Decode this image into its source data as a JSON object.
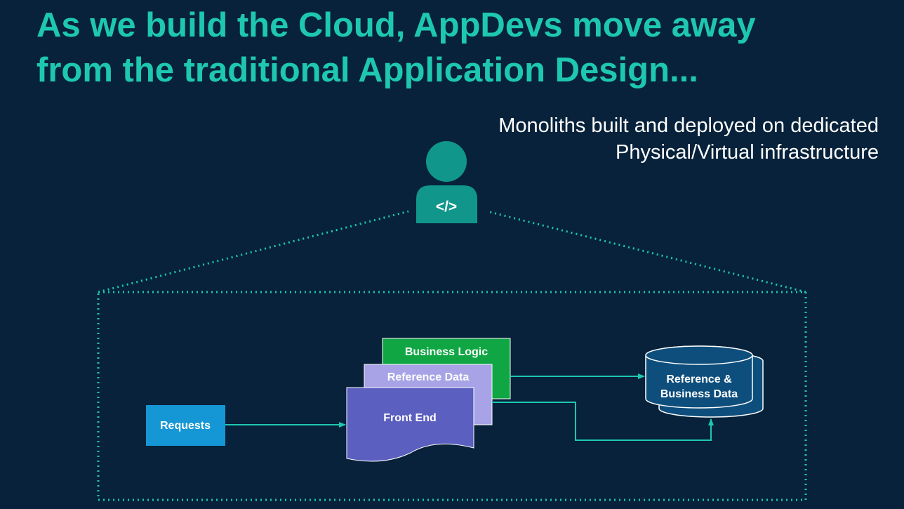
{
  "title": {
    "line1": "As we build the Cloud, AppDevs move away",
    "line2": "from the traditional Application Design..."
  },
  "subtitle": {
    "line1": "Monoliths built and deployed on dedicated",
    "line2": "Physical/Virtual infrastructure"
  },
  "developer": {
    "icon": "developer-person-icon",
    "code_glyph": "</>"
  },
  "boxes": {
    "requests": "Requests",
    "front_end": "Front End",
    "reference_data": "Reference Data",
    "business_logic": "Business Logic"
  },
  "database": {
    "label_line1": "Reference &",
    "label_line2": "Business Data",
    "icon": "database-cylinder-icon"
  },
  "colors": {
    "background": "#07223a",
    "accent": "#1ec8b0",
    "requests": "#1597d6",
    "front_end": "#5b5fbf",
    "reference_data": "#a7a3e6",
    "business_logic": "#10a644",
    "database": "#0e4e7c",
    "developer": "#10968a"
  }
}
